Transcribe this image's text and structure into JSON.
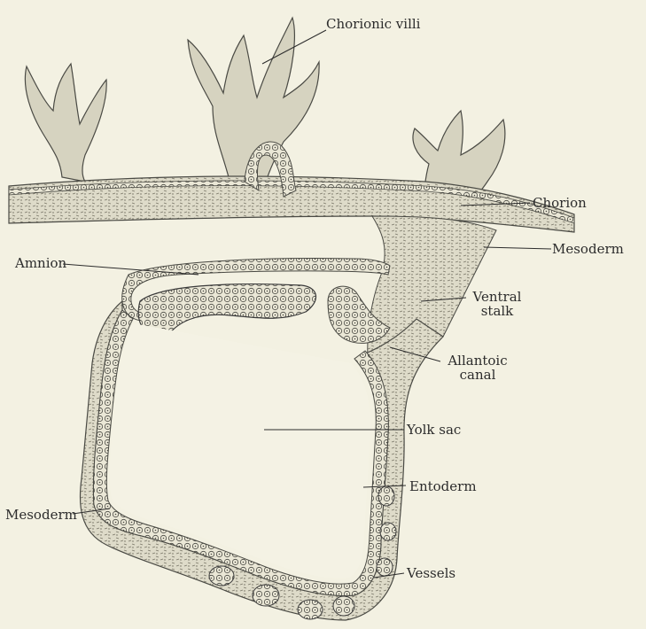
{
  "labels": {
    "chorionic_villi": "Chorionic villi",
    "chorion": "Chorion",
    "mesoderm_upper": "Mesoderm",
    "amnion": "Amnion",
    "ventral_stalk_1": "Ventral",
    "ventral_stalk_2": "stalk",
    "allantoic_canal_1": "Allantoic",
    "allantoic_canal_2": "canal",
    "yolk_sac": "Yolk sac",
    "entoderm": "Entoderm",
    "mesoderm_lower": "Mesoderm",
    "vessels": "Vessels"
  },
  "colors": {
    "background": "#f3f1e2",
    "ink": "#3a3a3a",
    "tissue": "#dcd9c6",
    "tissue_dark": "#b9b6a2"
  }
}
